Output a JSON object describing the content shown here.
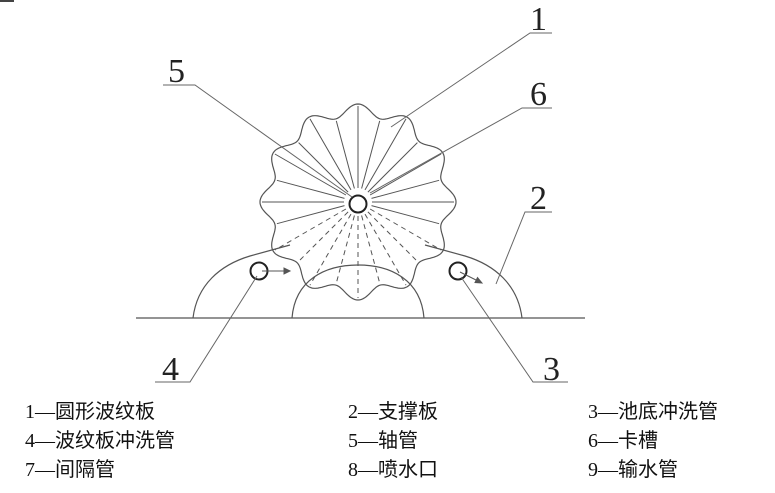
{
  "callouts": [
    "1",
    "2",
    "3",
    "4",
    "5",
    "6"
  ],
  "legend": [
    [
      "1—圆形波纹板",
      "2—支撑板",
      "3—池底冲洗管"
    ],
    [
      "4—波纹板冲洗管",
      "5—轴管",
      "6—卡槽"
    ],
    [
      "7—间隔管",
      "8—喷水口",
      "9—输水管"
    ]
  ],
  "colors": {
    "line": "#555555",
    "text": "#111111"
  }
}
